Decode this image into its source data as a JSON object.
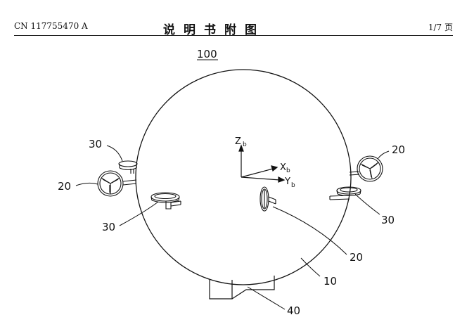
{
  "header": {
    "doc_number": "CN 117755470 A",
    "title": "说明书附图",
    "page": "1/7 页"
  },
  "figure": {
    "ref_main": "100",
    "labels": {
      "thruster_left": "30",
      "wheel_left": "20",
      "thruster_front": "30",
      "wheel_right": "20",
      "thruster_right": "30",
      "wheel_center": "20",
      "sphere": "10",
      "base": "40"
    },
    "axes": {
      "z": "Z",
      "z_sub": "b",
      "x": "X",
      "x_sub": "b",
      "y": "Y",
      "y_sub": "b"
    }
  }
}
